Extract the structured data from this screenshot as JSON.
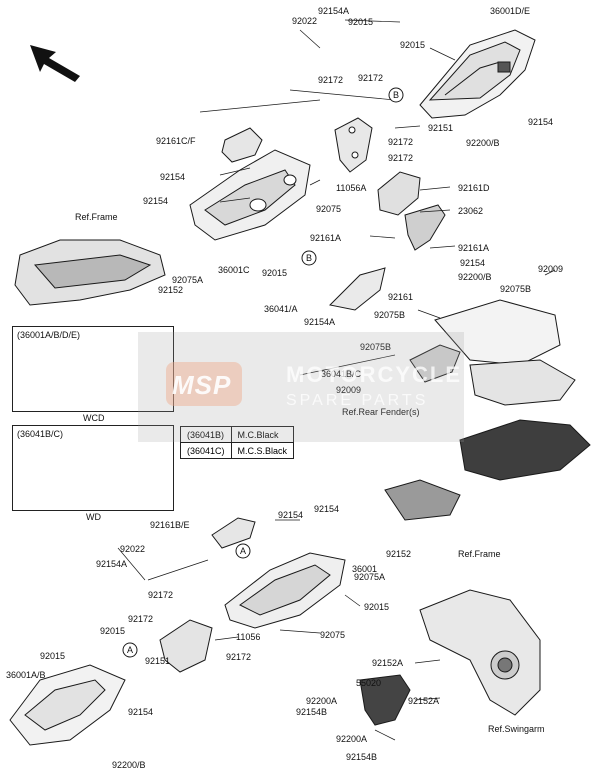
{
  "labels": {
    "p92154A_top": "92154A",
    "p92022_top": "92022",
    "p92015_top": "92015",
    "p36001DE": "36001D/E",
    "p92015_b": "92015",
    "p92172_a": "92172",
    "p92172_b": "92172",
    "p92151_top": "92151",
    "p92154_r": "92154",
    "p92172_c": "92172",
    "p92200B_top": "92200/B",
    "p92172_d": "92172",
    "p92161CF": "92161C/F",
    "p11056A": "11056A",
    "p92154_l1": "92154",
    "p92154_l2": "92154",
    "p92075_top": "92075",
    "p92161D": "92161D",
    "p23062": "23062",
    "refFrame_top": "Ref.Frame",
    "p92161A_l": "92161A",
    "p92161A_r": "92161A",
    "p92154_mid": "92154",
    "p36001C": "36001C",
    "p92015_mid": "92015",
    "p92200B_mid": "92200/B",
    "p92009_top": "92009",
    "p92075A_top": "92075A",
    "p92152_top": "92152",
    "p92075B_r": "92075B",
    "p92161": "92161",
    "p36041A": "36041/A",
    "p92075B_l": "92075B",
    "p92154A_mid": "92154A",
    "p92075B_m": "92075B",
    "p36041BC": "36041B/C",
    "p92009_mid": "92009",
    "refRearFender": "Ref.Rear Fender(s)",
    "p92161BE": "92161B/E",
    "p92154_b1": "92154",
    "p92154_b2": "92154",
    "p92022_bot": "92022",
    "p92154A_bot": "92154A",
    "p36001": "36001",
    "p92152_bot": "92152",
    "p92075A_bot": "92075A",
    "refFrame_bot": "Ref.Frame",
    "p92172_e": "92172",
    "p92015_bot": "92015",
    "p92015_bl": "92015",
    "p92015_bl2": "92015",
    "p11056": "11056",
    "p92172_f": "92172",
    "p92075_bot": "92075",
    "p92151_bot": "92151",
    "p92172_g": "92172",
    "p36001AB": "36001A/B",
    "p92154_bl": "92154",
    "p92200B_bot": "92200/B",
    "p92152A_1": "92152A",
    "p55020": "55020",
    "p92152A_2": "92152A",
    "p92200A_1": "92200A",
    "p92154B_1": "92154B",
    "p92200A_2": "92200A",
    "p92154B_2": "92154B",
    "refSwingarm": "Ref.Swingarm",
    "calloutA": "A",
    "calloutB": "B"
  },
  "boxes": {
    "wcd_title": "(36001A/B/D/E)",
    "wcd_caption": "WCD",
    "wd_title": "(36041B/C)",
    "wd_caption": "WD"
  },
  "legend": [
    {
      "code": "(36041B)",
      "color": "M.C.Black"
    },
    {
      "code": "(36041C)",
      "color": "M.C.S.Black"
    }
  ],
  "watermark": {
    "logo": "MSP",
    "line1": "MOTORCYCLE",
    "line2": "SPARE PARTS"
  },
  "colors": {
    "line": "#1a1a1a",
    "part_fill": "#f4f4f4",
    "dark_fill": "#3a3a3a"
  }
}
